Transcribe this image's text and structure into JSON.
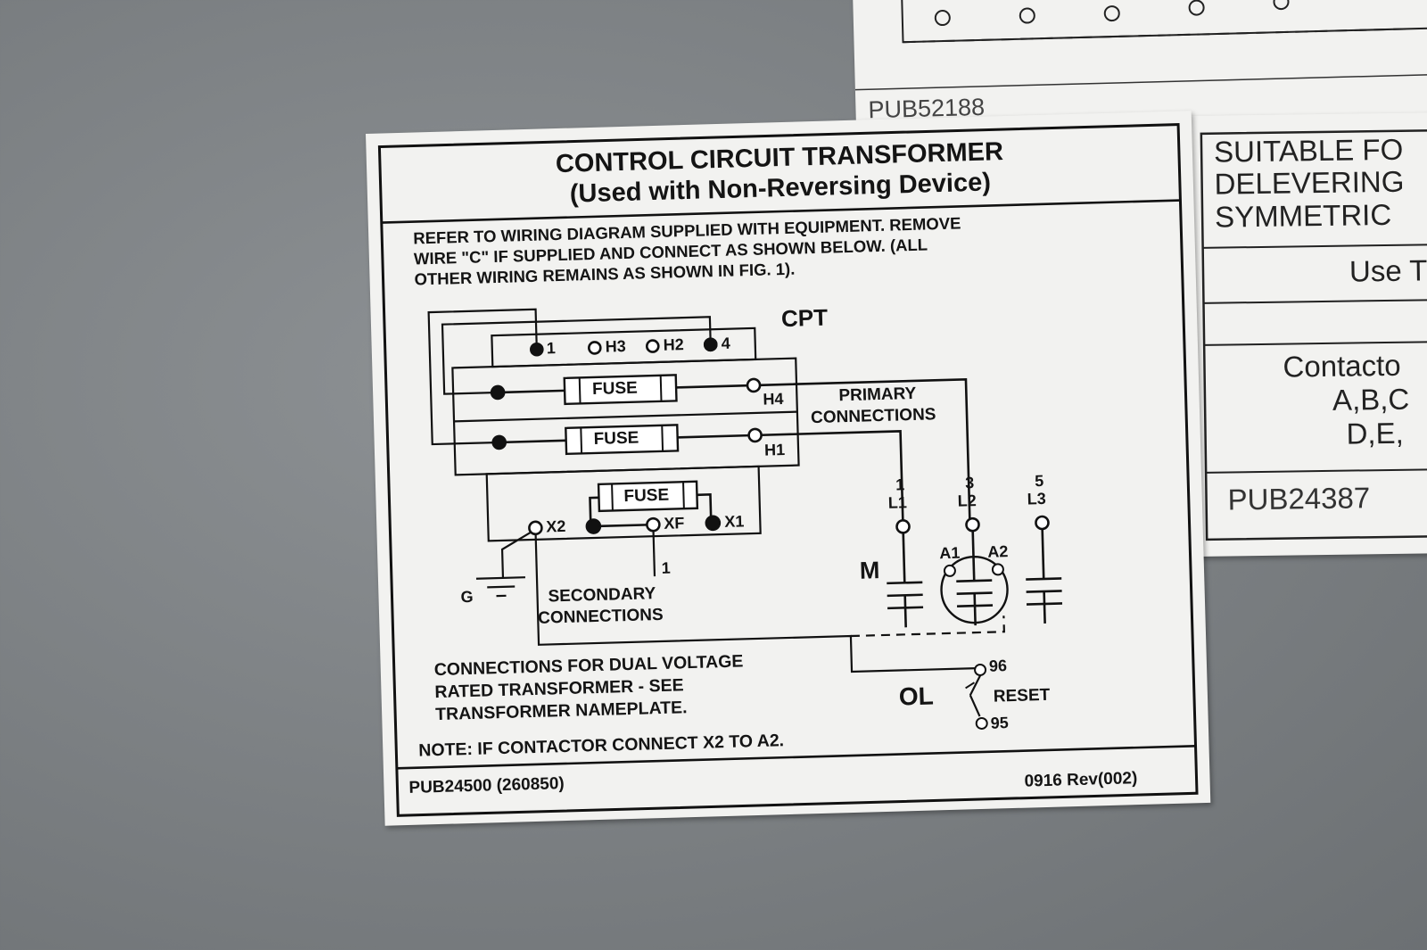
{
  "top_label": {
    "pub_number": "PUB52188"
  },
  "right_label": {
    "lines": [
      "SUITABLE FO",
      "DELEVERING",
      "SYMMETRIC"
    ],
    "use": "Use T",
    "contactor": [
      "Contacto",
      "A,B,C",
      "D,E,"
    ],
    "pub_number": "PUB24387"
  },
  "main_label": {
    "title": "CONTROL CIRCUIT TRANSFORMER",
    "subtitle": "(Used with Non-Reversing Device)",
    "instructions": [
      "REFER TO WIRING DIAGRAM SUPPLIED WITH EQUIPMENT. REMOVE",
      "WIRE \"C\" IF SUPPLIED AND CONNECT AS SHOWN BELOW. (ALL",
      "OTHER WIRING REMAINS AS SHOWN IN FIG. 1)."
    ],
    "diagram": {
      "cpt": "CPT",
      "terminals_top": [
        "1",
        "H3",
        "H2",
        "4"
      ],
      "fuse": "FUSE",
      "h4": "H4",
      "h1": "H1",
      "primary": [
        "PRIMARY",
        "CONNECTIONS"
      ],
      "secondary_terminals": [
        "X2",
        "XF",
        "X1"
      ],
      "wire_1": "1",
      "ground": "G",
      "secondary": [
        "SECONDARY",
        "CONNECTIONS"
      ],
      "line_numbers": [
        "1",
        "3",
        "5"
      ],
      "line_labels": [
        "L1",
        "L2",
        "L3"
      ],
      "a1": "A1",
      "a2": "A2",
      "m": "M",
      "ol": "OL",
      "reset": "RESET",
      "t96": "96",
      "t95": "95"
    },
    "dual_voltage": [
      "CONNECTIONS FOR DUAL VOLTAGE",
      "RATED TRANSFORMER - SEE",
      "TRANSFORMER NAMEPLATE."
    ],
    "note": "NOTE: IF CONTACTOR CONNECT X2 TO A2.",
    "pub_number": "PUB24500 (260850)",
    "revision": "0916 Rev(002)"
  }
}
